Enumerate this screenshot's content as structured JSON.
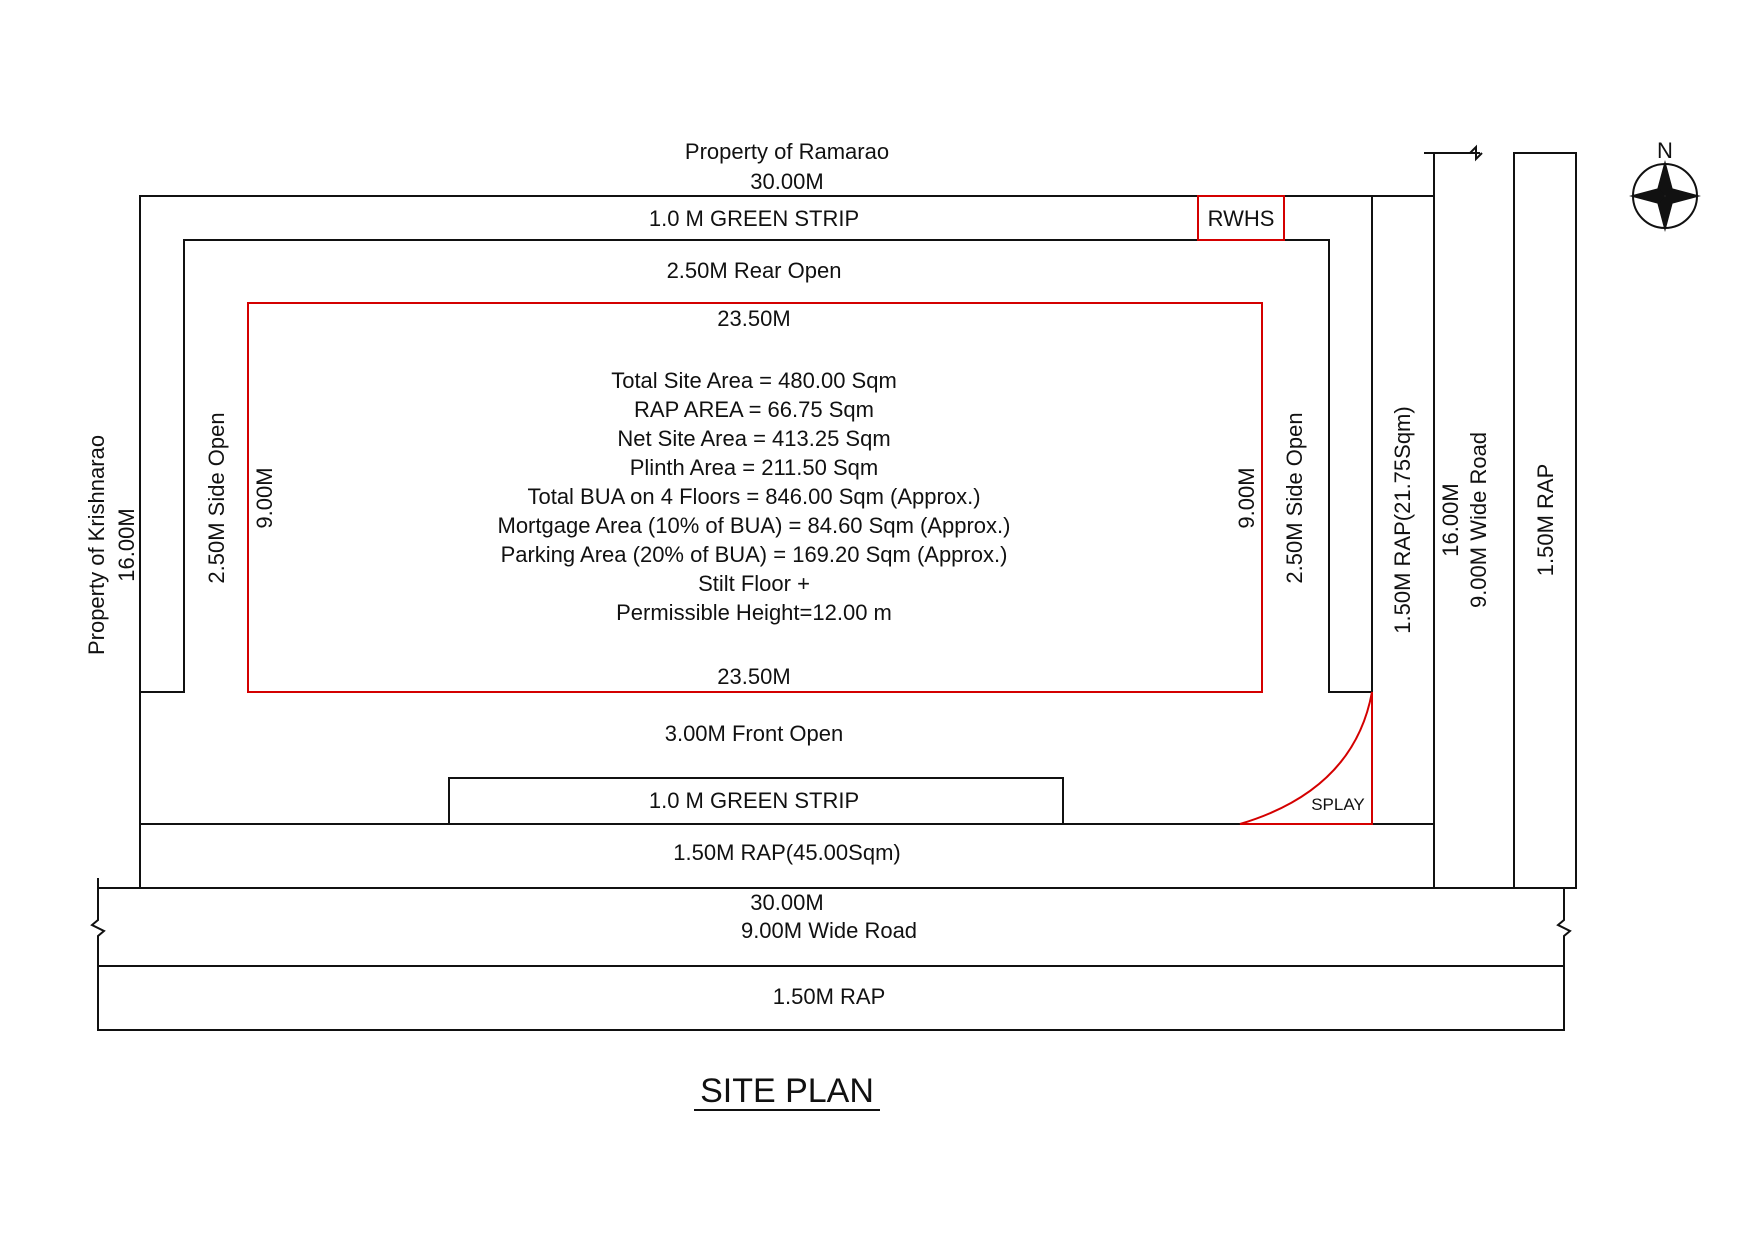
{
  "boundaries": {
    "north_owner": "Property of Ramarao",
    "north_length": "30.00M",
    "west_owner": "Property of Krishnarao",
    "west_length": "16.00M",
    "south_length": "30.00M",
    "east_length": "16.00M"
  },
  "green_strip": {
    "top": "1.0 M GREEN STRIP",
    "bottom": "1.0 M GREEN STRIP"
  },
  "rwhs": "RWHS",
  "setbacks": {
    "rear": "2.50M Rear Open",
    "front": "3.00M Front Open",
    "left_side": "2.50M Side Open",
    "right_side": "2.50M Side Open"
  },
  "building": {
    "top_width": "23.50M",
    "bottom_width": "23.50M",
    "left_depth": "9.00M",
    "right_depth": "9.00M",
    "notes": [
      "Total Site Area = 480.00 Sqm",
      "RAP AREA = 66.75 Sqm",
      "Net Site Area = 413.25 Sqm",
      "Plinth Area = 211.50 Sqm",
      "Total BUA on 4 Floors = 846.00 Sqm (Approx.)",
      "Mortgage Area (10% of BUA) = 84.60 Sqm (Approx.)",
      "Parking Area (20% of BUA) = 169.20 Sqm (Approx.)",
      "Stilt Floor +",
      "Permissible Height=12.00 m"
    ]
  },
  "rap": {
    "front": "1.50M RAP(45.00Sqm)",
    "side": "1.50M RAP(21.75Sqm)",
    "road_far_south": "1.50M RAP",
    "road_far_east": "1.50M RAP"
  },
  "roads": {
    "south": "9.00M Wide Road",
    "east": "9.00M Wide Road"
  },
  "splay": "SPLAY",
  "north_label": "N",
  "title": "SITE PLAN",
  "colors": {
    "ink": "#111111",
    "accent": "#d40000",
    "paper": "#ffffff"
  }
}
